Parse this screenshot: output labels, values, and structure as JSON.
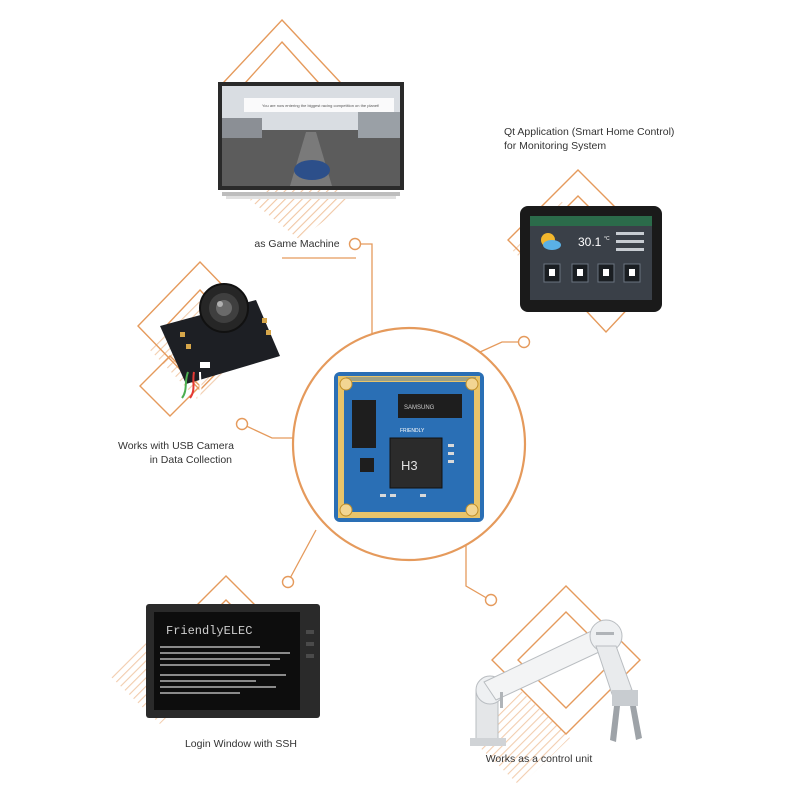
{
  "accent_color": "#e59a5c",
  "hub": {
    "chip_label": "H3",
    "memory_brand": "SAMSUNG",
    "board_brand": "FRIENDLY"
  },
  "applications": [
    {
      "id": "game",
      "caption_lines": [
        "as Game Machine"
      ],
      "icon": "tv-racing-game-image"
    },
    {
      "id": "qt",
      "caption_lines": [
        "Qt Application (Smart Home Control)",
        "for Monitoring System"
      ],
      "icon": "smart-home-tablet-image"
    },
    {
      "id": "usb-camera",
      "caption_lines": [
        "Works with USB Camera",
        "in Data Collection"
      ],
      "icon": "camera-module-image"
    },
    {
      "id": "ssh",
      "caption_lines": [
        "Login Window with SSH"
      ],
      "icon": "ssh-terminal-display-image"
    },
    {
      "id": "control",
      "caption_lines": [
        "Works as a control unit"
      ],
      "icon": "robotic-arm-image"
    }
  ],
  "tv_screen": {
    "banner_text": "You are now entering the biggest racing competition on the planet!"
  },
  "tablet_screen": {
    "temperature": "30.1",
    "temperature_unit": "°C"
  },
  "terminal_screen": {
    "banner": "FriendlyELEC"
  }
}
